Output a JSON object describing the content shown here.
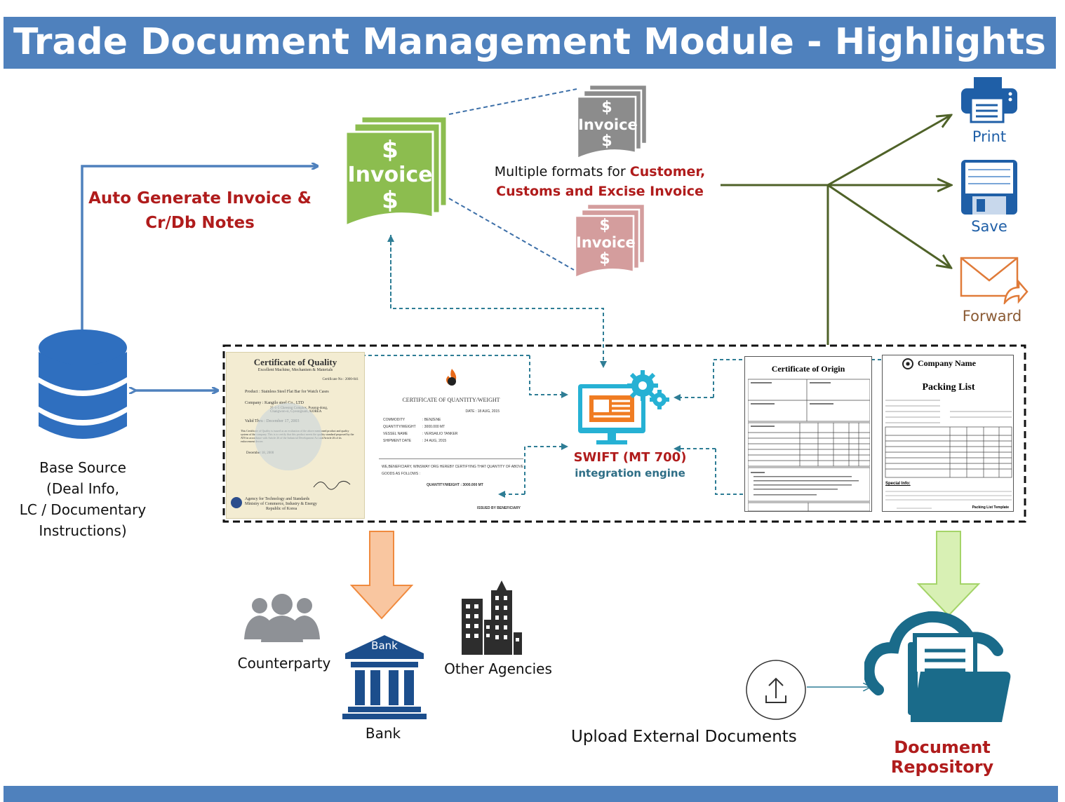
{
  "title": "Trade Document Management Module - Highlights",
  "auto_generate": {
    "line1": "Auto Generate Invoice &",
    "line2": "Cr/Db Notes"
  },
  "invoice_main": {
    "symbol": "$",
    "label": "Invoice"
  },
  "invoice_formats": {
    "prefix": "Multiple formats for ",
    "highlight1": "Customer,",
    "line2": "Customs and Excise Invoice"
  },
  "invoice_gray": {
    "symbol": "$",
    "label": "Invoice"
  },
  "invoice_pink": {
    "symbol": "$",
    "label": "Invoice"
  },
  "actions": {
    "print": "Print",
    "save": "Save",
    "forward": "Forward"
  },
  "base_source": {
    "line1": "Base Source",
    "line2": "(Deal Info,",
    "line3": "LC / Documentary",
    "line4": "Instructions)"
  },
  "swift": {
    "title": "SWIFT (MT 700)",
    "subtitle": "integration engine"
  },
  "cert_quality": {
    "title": "Certificate of Quality",
    "subtitle": "Excellent Machine, Mechanism & Materials",
    "number": "Certificate No : 2000-041",
    "product": "Product : Stainless Steel Flat Bar for Watch Cases",
    "company": "Company : Kangilo steel Co., LTD",
    "address1": "21-1-5 Cheeong Complex, Pusong-dong,",
    "address2": "Changwon-si, Gyeongnam, KOREA",
    "valid": "Valid Thru : December 17, 2003",
    "body": "This Certificate of Quality is issued as an evaluation of the above mentioned product and quality system of the company. This is to certify that this product meets the quality standard proposed by the ATS in accordance with Article 26 of the Industrial Development Act and Article 26 of its enforcement decree.",
    "date": "December 18, 2000",
    "agency1": "Agency for Technology and Standards",
    "agency2": "Ministry of Commerce, Industry & Energy",
    "agency3": "Republic of Korea"
  },
  "cert_qty": {
    "title": "CERTIFICATE OF QUANTITY/WEIGHT",
    "date": "DATE : 18 AUG, 2015",
    "rows": [
      [
        "COMMODITY",
        ": BENZENE"
      ],
      [
        "QUANTITY/WEIGHT",
        ": 3000.000 MT"
      ],
      [
        "VESSEL NAME",
        ": VERSAILIO TANKER"
      ],
      [
        "SHIPMENT DATE",
        ": 24 AUG, 2015"
      ]
    ],
    "statement1": "WE,BENEFICIARY, WINSWAY ORG HEREBY CERTIFYING THAT QUANTITY OF ABOVE",
    "statement2": "GOODS AS FOLLOWS :",
    "quantity": "QUANTITY/WEIGHT : 3000.000 MT",
    "issued": "ISSUED BY BENEFICIARY"
  },
  "cert_origin": {
    "title": "Certificate of Origin"
  },
  "packing_list": {
    "company": "Company Name",
    "title": "Packing List",
    "special": "Special Info:",
    "template": "Packing List Template"
  },
  "bank": {
    "sign": "Bank",
    "label": "Bank"
  },
  "counterparty": "Counterparty",
  "other_agencies": "Other Agencies",
  "upload": "Upload External Documents",
  "repository": "Document Repository",
  "icons": [
    "database-icon",
    "printer-icon",
    "floppy-icon",
    "envelope-icon",
    "monitor-gear-icon",
    "people-icon",
    "bank-icon",
    "buildings-icon",
    "upload-icon",
    "cloud-folder-icon"
  ],
  "colors": {
    "title_bar": "#4f81bd",
    "red_text": "#b01c1c",
    "teal": "#2e7d95",
    "olive_arrow": "#4f6228",
    "green_invoice": "#8cbd4f",
    "orange_arrow": "#f7b27a",
    "green_arrow": "#c6e79a",
    "icon_blue": "#1f5fa7"
  }
}
